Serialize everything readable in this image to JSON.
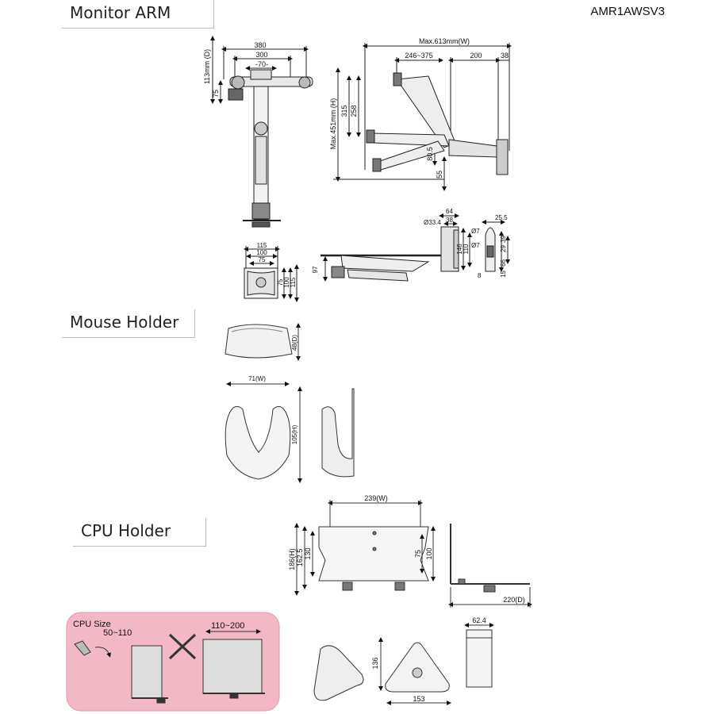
{
  "model": "AMR1AWSV3",
  "sections": {
    "monitor_arm": "Monitor ARM",
    "mouse_holder": "Mouse Holder",
    "cpu_holder": "CPU Holder"
  },
  "monitor_arm_dims": {
    "front_width_380": "380",
    "front_width_300": "300",
    "front_width_70": "-70-",
    "depth_113": "113mm (D)",
    "front_75": "75",
    "max_width": "Max.613mm(W)",
    "reach_246_375": "246~375",
    "reach_200": "200",
    "reach_38": "38",
    "max_height": "Max.451mm (H)",
    "h_315": "315",
    "h_258": "258",
    "h_80_5": "80.5",
    "h_55": "55",
    "vesa_115": "115",
    "vesa_100": "100",
    "vesa_75": "75",
    "vesa_v75": "75",
    "vesa_v100": "100",
    "vesa_v115": "115",
    "side_97": "97",
    "clamp_dia": "Ø33.4",
    "clamp_64": "64",
    "clamp_38": "38",
    "clamp_146": "146",
    "clamp_110": "110",
    "clamp_25_5": "25.5",
    "clamp_o7a": "Ø7",
    "clamp_o7b": "Ø7",
    "clamp_66": "66",
    "clamp_29": "29",
    "clamp_39": "39",
    "clamp_8": "8",
    "clamp_15": "15"
  },
  "mouse_holder_dims": {
    "depth": "48(D)",
    "width": "71(W)",
    "height": "105(H)"
  },
  "cpu_holder_dims": {
    "width": "239(W)",
    "h_186": "186(H)",
    "h_162_5": "162.5",
    "h_130": "130",
    "h_75": "75",
    "h_100": "100",
    "depth": "220(D)",
    "base_136": "136",
    "base_153": "153",
    "pad_62_4": "62.4"
  },
  "cpu_size_panel": {
    "title": "CPU Size",
    "range_small": "50~110",
    "range_large": "110~200",
    "background": "#f2b8c6"
  }
}
